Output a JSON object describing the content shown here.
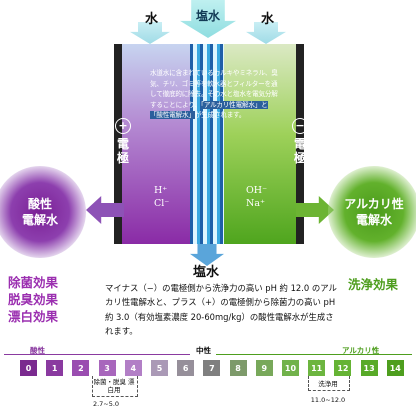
{
  "inputs": {
    "water_left": "水",
    "brine": "塩水",
    "water_right": "水"
  },
  "electrodes": {
    "left_sign": "+",
    "left_label": "電極",
    "right_sign": "−",
    "right_label": "電極"
  },
  "description": {
    "part1": "水道水に含まれているカルキやミネラル、臭気、チリ、ゴミ等を軟水器とフィルターを通して徹底的に除去。その水と塩水を電気分解することにより、",
    "highlight": "「アルカリ性電解水」と「酸性電解水」",
    "part2": "が生成されます。"
  },
  "ions": {
    "left_1": "H⁺",
    "left_2": "Cl⁻",
    "right_1": "OH⁻",
    "right_2": "Na⁺"
  },
  "outputs": {
    "acid_line1": "酸性",
    "acid_line2": "電解水",
    "alk_line1": "アルカリ性",
    "alk_line2": "電解水",
    "salt": "塩水"
  },
  "effects": {
    "acid": [
      "除菌効果",
      "脱臭効果",
      "漂白効果"
    ],
    "alkaline": "洗浄効果"
  },
  "caption": "マイナス（−）の電極側から洗浄力の高い pH 約 12.0 のアルカリ性電解水と、プラス（+）の電極側から除菌力の高い pH 約 3.0（有効塩素濃度 20-60mg/kg）の酸性電解水が生成されます。",
  "ph_scale": {
    "acid_label": "酸性",
    "neutral_label": "中性",
    "alkaline_label": "アルカリ性",
    "values": [
      "0",
      "1",
      "2",
      "3",
      "4",
      "5",
      "6",
      "7",
      "8",
      "9",
      "10",
      "11",
      "12",
      "13",
      "14"
    ],
    "colors": [
      "#7a2a8f",
      "#8a3aa0",
      "#9a4db0",
      "#a866bc",
      "#b27fc6",
      "#aa99b6",
      "#968f9a",
      "#7f7f7f",
      "#7d9a6a",
      "#78a85a",
      "#71b24b",
      "#6cb53f",
      "#65b334",
      "#58aa28",
      "#4e9e1e"
    ],
    "acid_bracket": {
      "label": "除菌・脱臭 漂白用",
      "range": "2.7~5.0"
    },
    "alk_bracket": {
      "label": "洗浄用",
      "range": "11.0~12.0"
    }
  }
}
